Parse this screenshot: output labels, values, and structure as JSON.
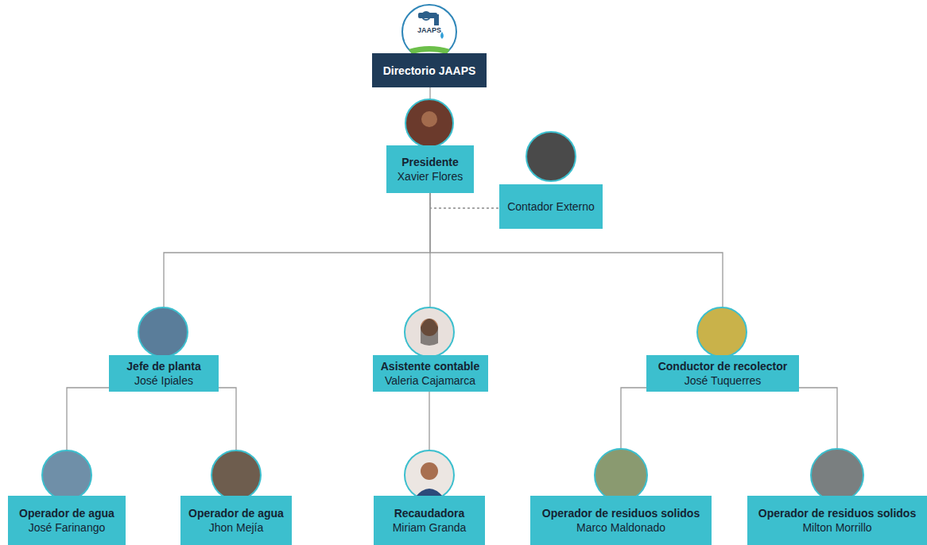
{
  "diagram": {
    "nodes": [
      {
        "text": [
          "Directorio JAAPS"
        ]
      },
      {
        "text": [
          "Presidente",
          "Xavier Flores"
        ]
      },
      {
        "text": [
          "Contador Externo"
        ]
      },
      {
        "text": [
          "Jefe de planta",
          "José Ipiales"
        ]
      },
      {
        "text": [
          "Asistente contable",
          "Valeria Cajamarca"
        ]
      },
      {
        "text": [
          "Conductor de recolector",
          "José Tuquerres"
        ]
      },
      {
        "text": [
          "Operador de agua",
          "José Farinango"
        ]
      },
      {
        "text": [
          "Operador de agua",
          "Jhon Mejía"
        ]
      },
      {
        "text": [
          "Recaudadora",
          "Miriam Granda"
        ]
      },
      {
        "text": [
          "Operador de residuos solidos",
          "Marco Maldonado"
        ]
      },
      {
        "text": [
          "Operador de residuos solidos",
          "Milton Morrillo"
        ]
      }
    ],
    "edges": [
      {
        "from": 0,
        "to": 1,
        "arrow": "none"
      },
      {
        "from": 1,
        "to": 2,
        "arrow": "none"
      },
      {
        "from": 1,
        "to": 3,
        "arrow": "none"
      },
      {
        "from": 1,
        "to": 4,
        "arrow": "none"
      },
      {
        "from": 1,
        "to": 5,
        "arrow": "none"
      },
      {
        "from": 3,
        "to": 6,
        "arrow": "none"
      },
      {
        "from": 3,
        "to": 7,
        "arrow": "none"
      },
      {
        "from": 4,
        "to": 8,
        "arrow": "none"
      },
      {
        "from": 5,
        "to": 9,
        "arrow": "none"
      },
      {
        "from": 5,
        "to": 10,
        "arrow": "none"
      }
    ],
    "labels": [
      "JAAPS"
    ]
  }
}
